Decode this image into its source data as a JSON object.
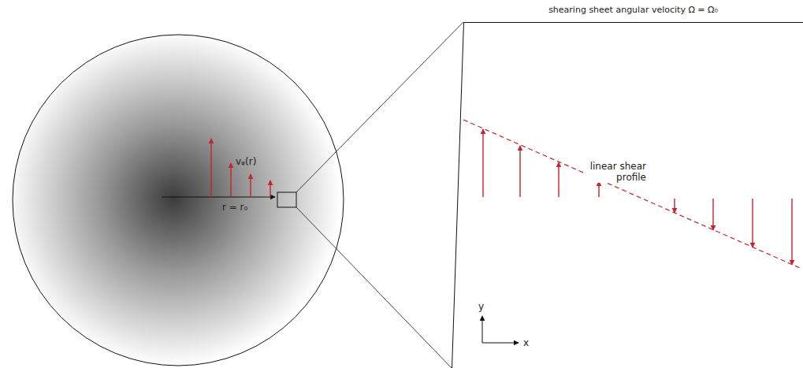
{
  "diagram": {
    "nodes": [
      {
        "text": [
          "shearing sheet angular velocity Ω = Ω₀"
        ]
      }
    ],
    "labels": [
      "vᵩ(r)",
      "r = r₀",
      "linear shear profile",
      "y",
      "x"
    ]
  }
}
